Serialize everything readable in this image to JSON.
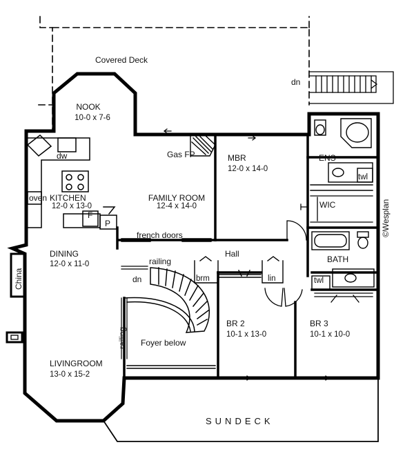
{
  "rooms": {
    "covered_deck": "Covered Deck",
    "nook": {
      "name": "NOOK",
      "size": "10-0 x 7-6"
    },
    "kitchen": {
      "name": "KITCHEN",
      "size": "12-0 x 13-0"
    },
    "family_room": {
      "name": "FAMILY ROOM",
      "size": "12-4 x 14-0"
    },
    "mbr": {
      "name": "MBR",
      "size": "12-0 x 14-0"
    },
    "dining": {
      "name": "DINING",
      "size": "12-0 x 11-0"
    },
    "livingroom": {
      "name": "LIVINGROOM",
      "size": "13-0 x 15-2"
    },
    "br2": {
      "name": "BR 2",
      "size": "10-1 x 13-0"
    },
    "br3": {
      "name": "BR 3",
      "size": "10-1 x 10-0"
    },
    "foyer": "Foyer below",
    "hall": "Hall",
    "sundeck": "SUNDECK",
    "ens": "ENS",
    "wic": "WIC",
    "bath": "BATH"
  },
  "labels": {
    "dw": "dw",
    "oven": "oven",
    "fridge": "F",
    "pantry": "P",
    "gas_fp": "Gas FP",
    "french_doors": "french doors",
    "railing_top": "railing",
    "railing_side": "railing",
    "stair_dn": "dn",
    "deck_dn": "dn",
    "china": "China",
    "brm": "brm",
    "lin": "lin",
    "twl_ens": "twl",
    "twl_bath": "twl",
    "copyright": "©Wesplan"
  }
}
